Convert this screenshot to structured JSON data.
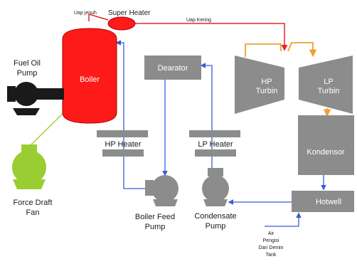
{
  "diagram": {
    "labels": {
      "uap_jenuh": "Uap jenuh",
      "super_heater": "Super Heater",
      "uap_kering": "Uap Kering",
      "boiler": "Boiler",
      "fuel_oil_pump_line1": "Fuel Oil",
      "fuel_oil_pump_line2": "Pump",
      "force_draft_fan_line1": "Force Draft",
      "force_draft_fan_line2": "Fan",
      "dearator": "Dearator",
      "hp_turbin_line1": "HP",
      "hp_turbin_line2": "Turbin",
      "lp_turbin_line1": "LP",
      "lp_turbin_line2": "Turbin",
      "kondensor": "Kondensor",
      "hotwell": "Hotwell",
      "hp_heater": "HP Heater",
      "lp_heater": "LP Heater",
      "boiler_feed_pump_line1": "Boiler Feed",
      "boiler_feed_pump_line2": "Pump",
      "condensate_pump_line1": "Condensate",
      "condensate_pump_line2": "Pump",
      "air_pengisi_line1": "Air",
      "air_pengisi_line2": "Pengisi",
      "air_pengisi_line3": "Dari Demin",
      "air_pengisi_line4": "Tank"
    },
    "colors": {
      "boiler": "#ff1a1a",
      "steam_line": "#e8232a",
      "feedwater_line": "#3a5bd9",
      "extraction_line": "#f0a030",
      "fuel_line": "#a6cc3c",
      "equipment_gray": "#8c8c8c",
      "fuel_pump": "#1a1a1a",
      "fan": "#9acd32",
      "label_white": "#ffffff",
      "label_dark": "#1a1a1a"
    }
  }
}
